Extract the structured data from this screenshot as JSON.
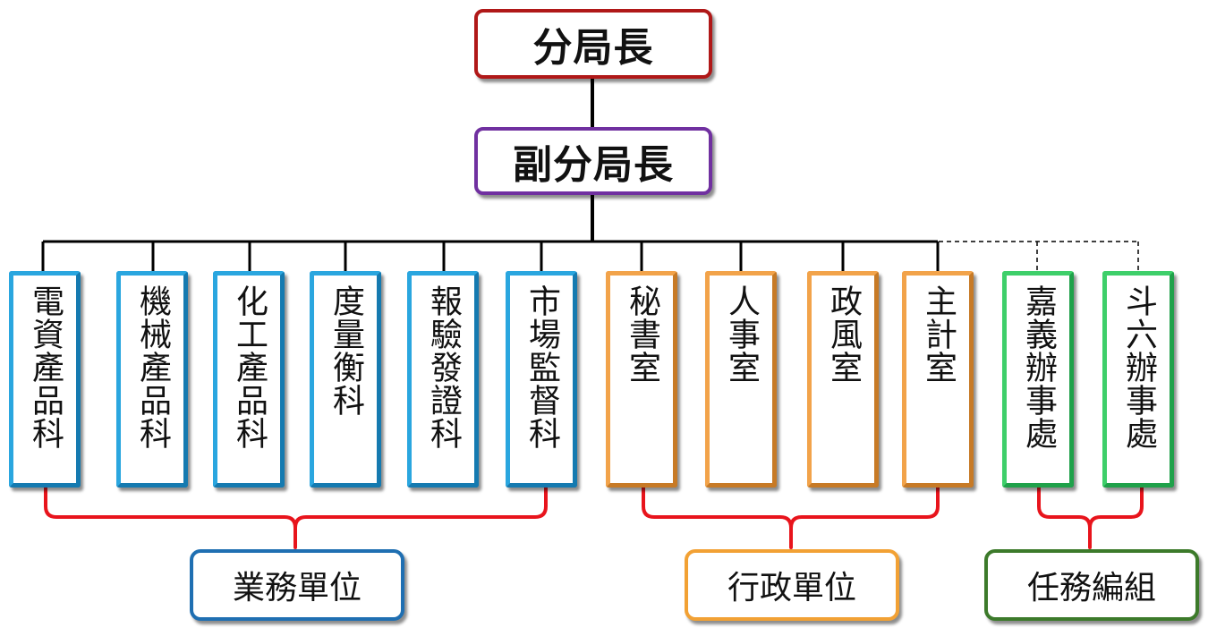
{
  "chief": "分局長",
  "deputy": "副分局長",
  "units": {
    "u1": "電資產品科",
    "u2": "機械產品科",
    "u3": "化工產品科",
    "u4": "度量衡科",
    "u5": "報驗發證科",
    "u6": "市場監督科",
    "u7": "秘書室",
    "u8": "人事室",
    "u9": "政風室",
    "u10": "主計室",
    "u11": "嘉義辦事處",
    "u12": "斗六辦事處"
  },
  "groups": {
    "business": "業務單位",
    "admin": "行政單位",
    "task": "任務編組"
  },
  "colors": {
    "chief_border": "#b01818",
    "deputy_border": "#7030a0",
    "business": "#2aa6df",
    "admin": "#f2a34a",
    "task": "#3ecf6a",
    "bracket": "#e8141c"
  }
}
